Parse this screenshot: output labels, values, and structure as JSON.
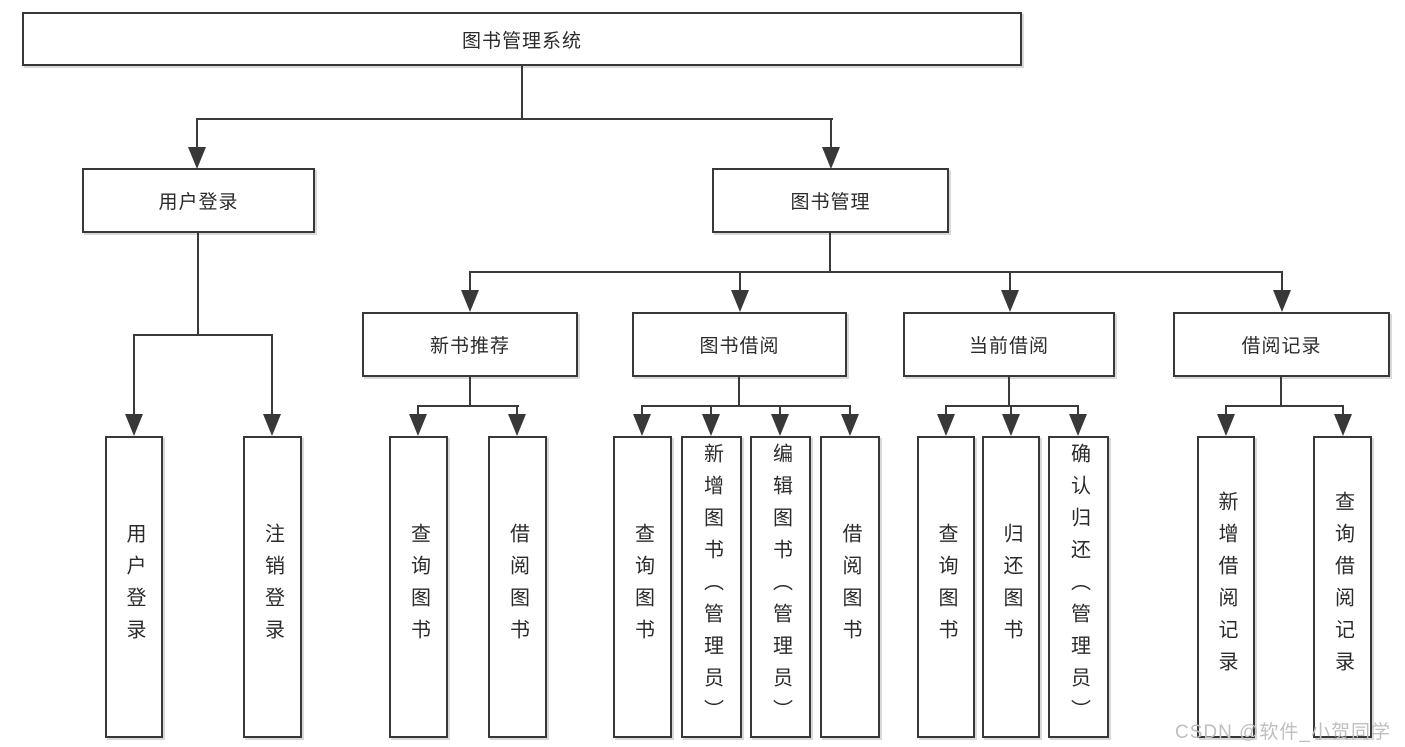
{
  "diagram": {
    "root": {
      "label": "图书管理系统"
    },
    "branches": [
      {
        "label": "用户登录",
        "children": [
          {
            "label": "用户登录"
          },
          {
            "label": "注销登录"
          }
        ]
      },
      {
        "label": "图书管理",
        "children": [
          {
            "label": "新书推荐",
            "children": [
              {
                "label": "查询图书"
              },
              {
                "label": "借阅图书"
              }
            ]
          },
          {
            "label": "图书借阅",
            "children": [
              {
                "label": "查询图书"
              },
              {
                "label": "新增图书（管理员）"
              },
              {
                "label": "编辑图书（管理员）"
              },
              {
                "label": "借阅图书"
              }
            ]
          },
          {
            "label": "当前借阅",
            "children": [
              {
                "label": "查询图书"
              },
              {
                "label": "归还图书"
              },
              {
                "label": "确认归还（管理员）"
              }
            ]
          },
          {
            "label": "借阅记录",
            "children": [
              {
                "label": "新增借阅记录"
              },
              {
                "label": "查询借阅记录"
              }
            ]
          }
        ]
      }
    ]
  },
  "watermark": {
    "text": "CSDN @软件_小贺同学"
  },
  "colors": {
    "line": "#3a3a3a",
    "box_border": "#383838",
    "text": "#2b2b2b",
    "background": "#ffffff",
    "watermark": "#bfbfbf"
  }
}
